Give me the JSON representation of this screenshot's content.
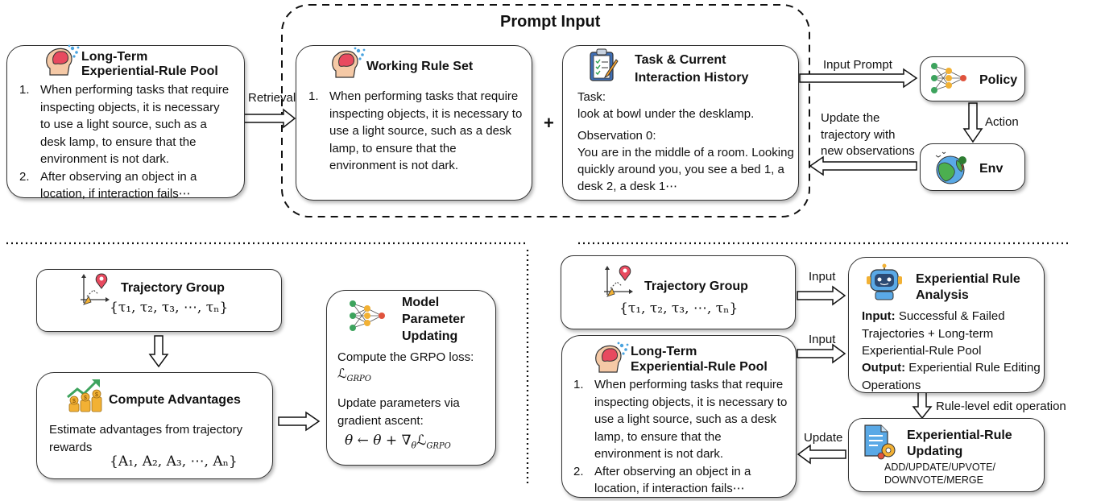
{
  "prompt_input": {
    "title": "Prompt Input",
    "plus": "+"
  },
  "ltp_top": {
    "title_line1": "Long-Term",
    "title_line2": "Experiential-Rule Pool",
    "items": [
      {
        "num": "1.",
        "text": "When performing tasks that require inspecting objects, it is necessary to use a light source, such as a desk lamp, to ensure that the environment is not dark."
      },
      {
        "num": "2.",
        "text": "After observing an object in a location, if interaction fails⋯"
      }
    ]
  },
  "retrieval_label": "Retrieval",
  "working_rule_set": {
    "title": "Working Rule Set",
    "items": [
      {
        "num": "1.",
        "text": "When performing tasks that require inspecting objects, it is necessary to use a light source, such as a desk lamp, to ensure that the environment is not dark."
      }
    ]
  },
  "task_history": {
    "title_line1": "Task & Current",
    "title_line2": "Interaction History",
    "task_label": "Task:",
    "task_text": "look at bowl under the desklamp.",
    "obs_label": "Observation 0:",
    "obs_text": "You are in the middle of a room. Looking quickly around you, you see a bed 1, a desk 2, a desk 1⋯"
  },
  "input_prompt_label": "Input Prompt",
  "policy_label": "Policy",
  "action_label": "Action",
  "update_traj_label": "Update the trajectory with new observations",
  "env_label": "Env",
  "left_bottom": {
    "traj_group": {
      "title": "Trajectory Group",
      "math": "{τ₁, τ₂, τ₃, ⋯, τₙ}"
    },
    "compute_adv": {
      "title": "Compute Advantages",
      "text": "Estimate advantages from trajectory rewards",
      "math": "{A₁, A₂, A₃, ⋯, Aₙ}"
    },
    "model_update": {
      "title_line1": "Model",
      "title_line2": "Parameter",
      "title_line3": "Updating",
      "text1": "Compute the GRPO loss:",
      "loss": "ℒ",
      "loss_sub": "GRPO",
      "text2": "Update parameters via gradient ascent:",
      "rule": "θ ← θ + ∇",
      "rule_sub1": "θ",
      "rule_l": "ℒ",
      "rule_sub2": "GRPO"
    }
  },
  "right_bottom": {
    "traj_group": {
      "title": "Trajectory Group",
      "math": "{τ₁, τ₂, τ₃, ⋯, τₙ}"
    },
    "input_label_1": "Input",
    "input_label_2": "Input",
    "ltp": {
      "title_line1": "Long-Term",
      "title_line2": "Experiential-Rule Pool",
      "items": [
        {
          "num": "1.",
          "text": "When performing tasks that require inspecting objects, it is necessary to use a light source, such as a desk lamp, to ensure that the environment is not dark."
        },
        {
          "num": "2.",
          "text": "After observing an object in a location, if interaction fails⋯"
        }
      ]
    },
    "analysis": {
      "title_line1": "Experiential Rule",
      "title_line2": "Analysis",
      "input_label": "Input:",
      "input_text": " Successful & Failed Trajectories + Long-term Experiential-Rule Pool",
      "output_label": "Output:",
      "output_text": " Experiential Rule Editing Operations"
    },
    "edit_op_label": "Rule-level edit operation",
    "update_label": "Update",
    "updating": {
      "title_line1": "Experiential-Rule",
      "title_line2": "Updating",
      "ops_line1": "ADD/UPDATE/UPVOTE/",
      "ops_line2": "DOWNVOTE/MERGE"
    }
  },
  "icons": {
    "brain": "brain-icon",
    "clipboard": "clipboard-icon",
    "network": "neural-network-icon",
    "earth": "earth-icon",
    "pin": "location-pin-icon",
    "coins": "coins-icon",
    "robot": "robot-icon",
    "document": "document-gear-icon"
  }
}
